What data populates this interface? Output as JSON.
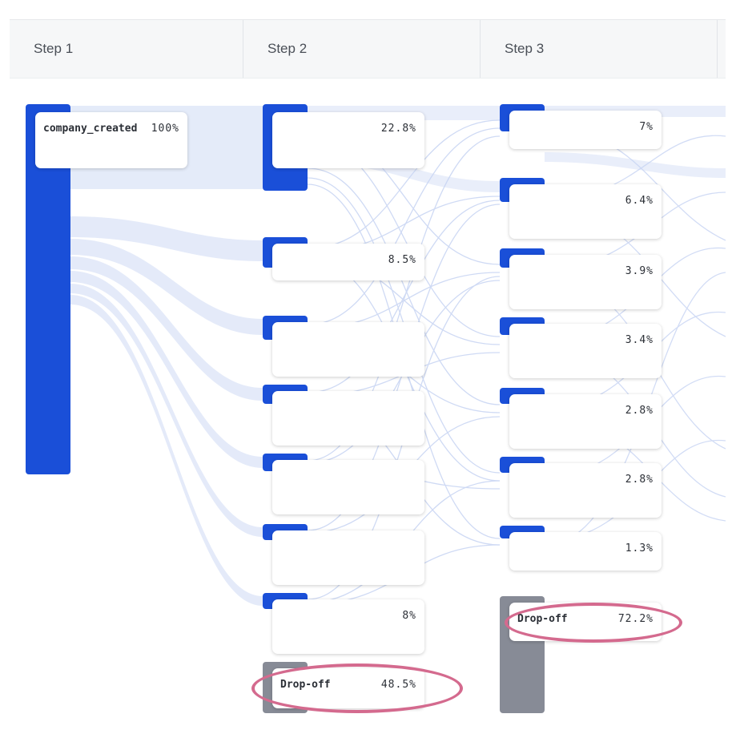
{
  "steps": [
    {
      "label": "Step 1"
    },
    {
      "label": "Step 2"
    },
    {
      "label": "Step 3"
    }
  ],
  "step1": {
    "nodes": [
      {
        "name": "company_created",
        "pct": "100%"
      }
    ]
  },
  "step2": {
    "nodes": [
      {
        "name": "",
        "pct": "22.8%"
      },
      {
        "name": "",
        "pct": "8.5%"
      },
      {
        "name": "",
        "pct": ""
      },
      {
        "name": "",
        "pct": ""
      },
      {
        "name": "",
        "pct": ""
      },
      {
        "name": "",
        "pct": ""
      },
      {
        "name": "",
        "pct": "8%"
      }
    ],
    "dropoff": {
      "name": "Drop-off",
      "pct": "48.5%"
    }
  },
  "step3": {
    "nodes": [
      {
        "name": "",
        "pct": "7%"
      },
      {
        "name": "",
        "pct": "6.4%"
      },
      {
        "name": "",
        "pct": "3.9%"
      },
      {
        "name": "",
        "pct": "3.4%"
      },
      {
        "name": "",
        "pct": "2.8%"
      },
      {
        "name": "",
        "pct": "2.8%"
      },
      {
        "name": "",
        "pct": "1.3%"
      }
    ],
    "dropoff": {
      "name": "Drop-off",
      "pct": "72.2%"
    }
  },
  "colors": {
    "node_bar": "#1a4fd8",
    "dropoff_bar": "#878b96",
    "flow": "#c7d4f3",
    "highlight": "#d46a8e"
  }
}
